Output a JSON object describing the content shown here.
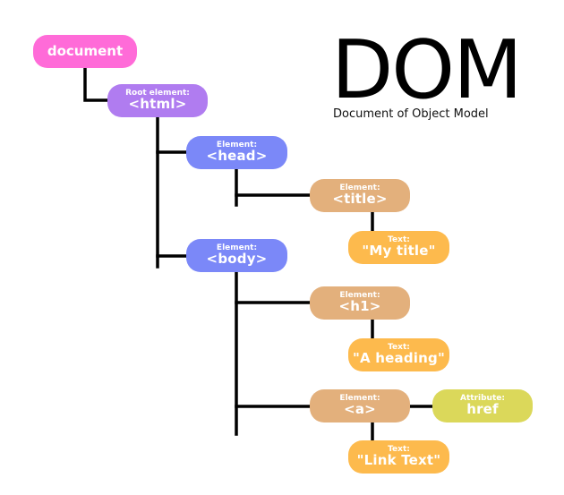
{
  "header": {
    "title": "DOM",
    "subtitle": "Document of Object Model"
  },
  "colors": {
    "document": "#ff6bd8",
    "root": "#b07cf0",
    "element_blue": "#7b88f8",
    "element_tan": "#e3b07c",
    "text_node": "#fdba4d",
    "attribute": "#dbd85a",
    "line": "#000000"
  },
  "nodes": {
    "document": {
      "label": "document"
    },
    "html": {
      "caption": "Root element:",
      "label": "<html>"
    },
    "head": {
      "caption": "Element:",
      "label": "<head>"
    },
    "title_el": {
      "caption": "Element:",
      "label": "<title>"
    },
    "title_text": {
      "caption": "Text:",
      "label": "\"My title\""
    },
    "body": {
      "caption": "Element:",
      "label": "<body>"
    },
    "h1": {
      "caption": "Element:",
      "label": "<h1>"
    },
    "h1_text": {
      "caption": "Text:",
      "label": "\"A heading\""
    },
    "a": {
      "caption": "Element:",
      "label": "<a>"
    },
    "href": {
      "caption": "Attribute:",
      "label": "href"
    },
    "a_text": {
      "caption": "Text:",
      "label": "\"Link Text\""
    }
  }
}
